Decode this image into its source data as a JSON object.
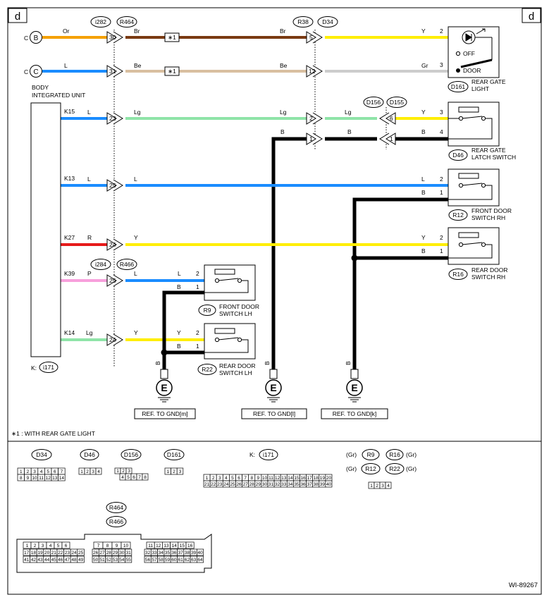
{
  "corner": {
    "left": "d",
    "right": "d"
  },
  "inputs": [
    {
      "circle": "B",
      "prefix": "C"
    },
    {
      "circle": "C",
      "prefix": "C"
    }
  ],
  "wire_colors": {
    "Or": "#f5a000",
    "Br": "#7a3a12",
    "Y": "#ffee00",
    "L": "#1a8cff",
    "Be": "#d9bfa0",
    "Gr": "#cccccc",
    "Lg": "#8fe4a8",
    "B": "#000000",
    "R": "#e61a1a",
    "P": "#f7a0dc"
  },
  "wire_labels": {
    "Or": "Or",
    "Br": "Br",
    "Y": "Y",
    "L": "L",
    "Be": "Be",
    "Gr": "Gr",
    "Lg": "Lg",
    "B": "B",
    "R": "R",
    "P": "P"
  },
  "connectors_top": {
    "c1": "i282",
    "c2": "R464",
    "c3": "R38",
    "c4": "D34",
    "c5": "D156",
    "c6": "D155",
    "c7": "i284",
    "c8": "R466"
  },
  "pins": {
    "p30": "30",
    "p31": "31",
    "p23": "23",
    "p25a": "25",
    "p24a": "24",
    "p25b": "25",
    "p24b": "24",
    "p5": "5",
    "p12": "12",
    "p2": "2",
    "p1": "1",
    "p6": "6",
    "p1b": "1",
    "n2": "2",
    "n3": "3",
    "n4": "4",
    "n1": "1"
  },
  "star_note_marker": "∗1",
  "bcm": {
    "line1": "BODY",
    "line2": "INTEGRATED UNIT",
    "k_prefix": "K:",
    "conn": "i171",
    "terms": [
      "K15",
      "K13",
      "K27",
      "K39",
      "K14"
    ]
  },
  "components": {
    "d161": {
      "conn": "D161",
      "line1": "REAR GATE",
      "line2": "LIGHT",
      "off": "OFF",
      "door": "DOOR"
    },
    "d46": {
      "conn": "D46",
      "line1": "REAR GATE",
      "line2": "LATCH SWITCH"
    },
    "r12": {
      "conn": "R12",
      "line1": "FRONT DOOR",
      "line2": "SWITCH RH"
    },
    "r16": {
      "conn": "R16",
      "line1": "REAR DOOR",
      "line2": "SWITCH RH"
    },
    "r9": {
      "conn": "R9",
      "line1": "FRONT DOOR",
      "line2": "SWITCH LH"
    },
    "r22": {
      "conn": "R22",
      "line1": "REAR DOOR",
      "line2": "SWITCH LH"
    }
  },
  "grounds": [
    {
      "wire": "B",
      "symbol": "E",
      "ref": "REF. TO GND[m]"
    },
    {
      "wire": "B",
      "symbol": "E",
      "ref": "REF. TO GND[l]"
    },
    {
      "wire": "B",
      "symbol": "E",
      "ref": "REF. TO GND[k]"
    }
  ],
  "footnote": "∗1 : WITH REAR GATE LIGHT",
  "legend": {
    "d34": {
      "name": "D34",
      "row1": [
        "1",
        "2",
        "3",
        "4",
        "5",
        "6",
        "7"
      ],
      "row2": [
        "8",
        "9",
        "10",
        "11",
        "12",
        "13",
        "14"
      ]
    },
    "d46": {
      "name": "D46",
      "row1": [
        "1",
        "2",
        "3",
        "4"
      ]
    },
    "d156": {
      "name": "D156",
      "row1": [
        "1",
        "2",
        "3"
      ],
      "row2": [
        "4",
        "5",
        "6",
        "7",
        "8"
      ]
    },
    "d161": {
      "name": "D161",
      "row1": [
        "1",
        "2",
        "3"
      ]
    },
    "i171": {
      "prefix": "K:",
      "name": "i171",
      "row1": [
        "1",
        "2",
        "3",
        "4",
        "5",
        "6",
        "7",
        "8",
        "9",
        "10",
        "11",
        "12",
        "13",
        "14",
        "15",
        "16",
        "17",
        "18",
        "19",
        "20"
      ],
      "row2": [
        "21",
        "22",
        "23",
        "24",
        "25",
        "26",
        "27",
        "28",
        "29",
        "30",
        "31",
        "32",
        "33",
        "34",
        "35",
        "36",
        "37",
        "38",
        "39",
        "40"
      ]
    },
    "rsw": {
      "gr1": "(Gr)",
      "gr2": "(Gr)",
      "gr3": "(Gr)",
      "gr4": "(Gr)",
      "c1": "R9",
      "c2": "R16",
      "c3": "R12",
      "c4": "R22",
      "pins": [
        "1",
        "2",
        "3",
        "4"
      ]
    },
    "r464": {
      "name1": "R464",
      "name2": "R466",
      "a_r1": [
        "1",
        "2",
        "3",
        "4",
        "5",
        "6"
      ],
      "a_r2": [
        "17",
        "18",
        "19",
        "20",
        "21",
        "22",
        "23",
        "24",
        "25"
      ],
      "a_r3": [
        "41",
        "42",
        "43",
        "44",
        "45",
        "46",
        "47",
        "48",
        "49"
      ],
      "b_r1": [
        "7",
        "8",
        "9",
        "10"
      ],
      "b_r2": [
        "26",
        "27",
        "28",
        "29",
        "30",
        "31"
      ],
      "b_r3": [
        "50",
        "51",
        "52",
        "53",
        "54",
        "55"
      ],
      "c_r1": [
        "11",
        "12",
        "13",
        "14",
        "15",
        "16"
      ],
      "c_r2": [
        "32",
        "33",
        "34",
        "35",
        "36",
        "37",
        "38",
        "39",
        "40"
      ],
      "c_r3": [
        "56",
        "57",
        "58",
        "59",
        "60",
        "61",
        "62",
        "63",
        "64"
      ]
    }
  },
  "figure_id": "WI-89267"
}
